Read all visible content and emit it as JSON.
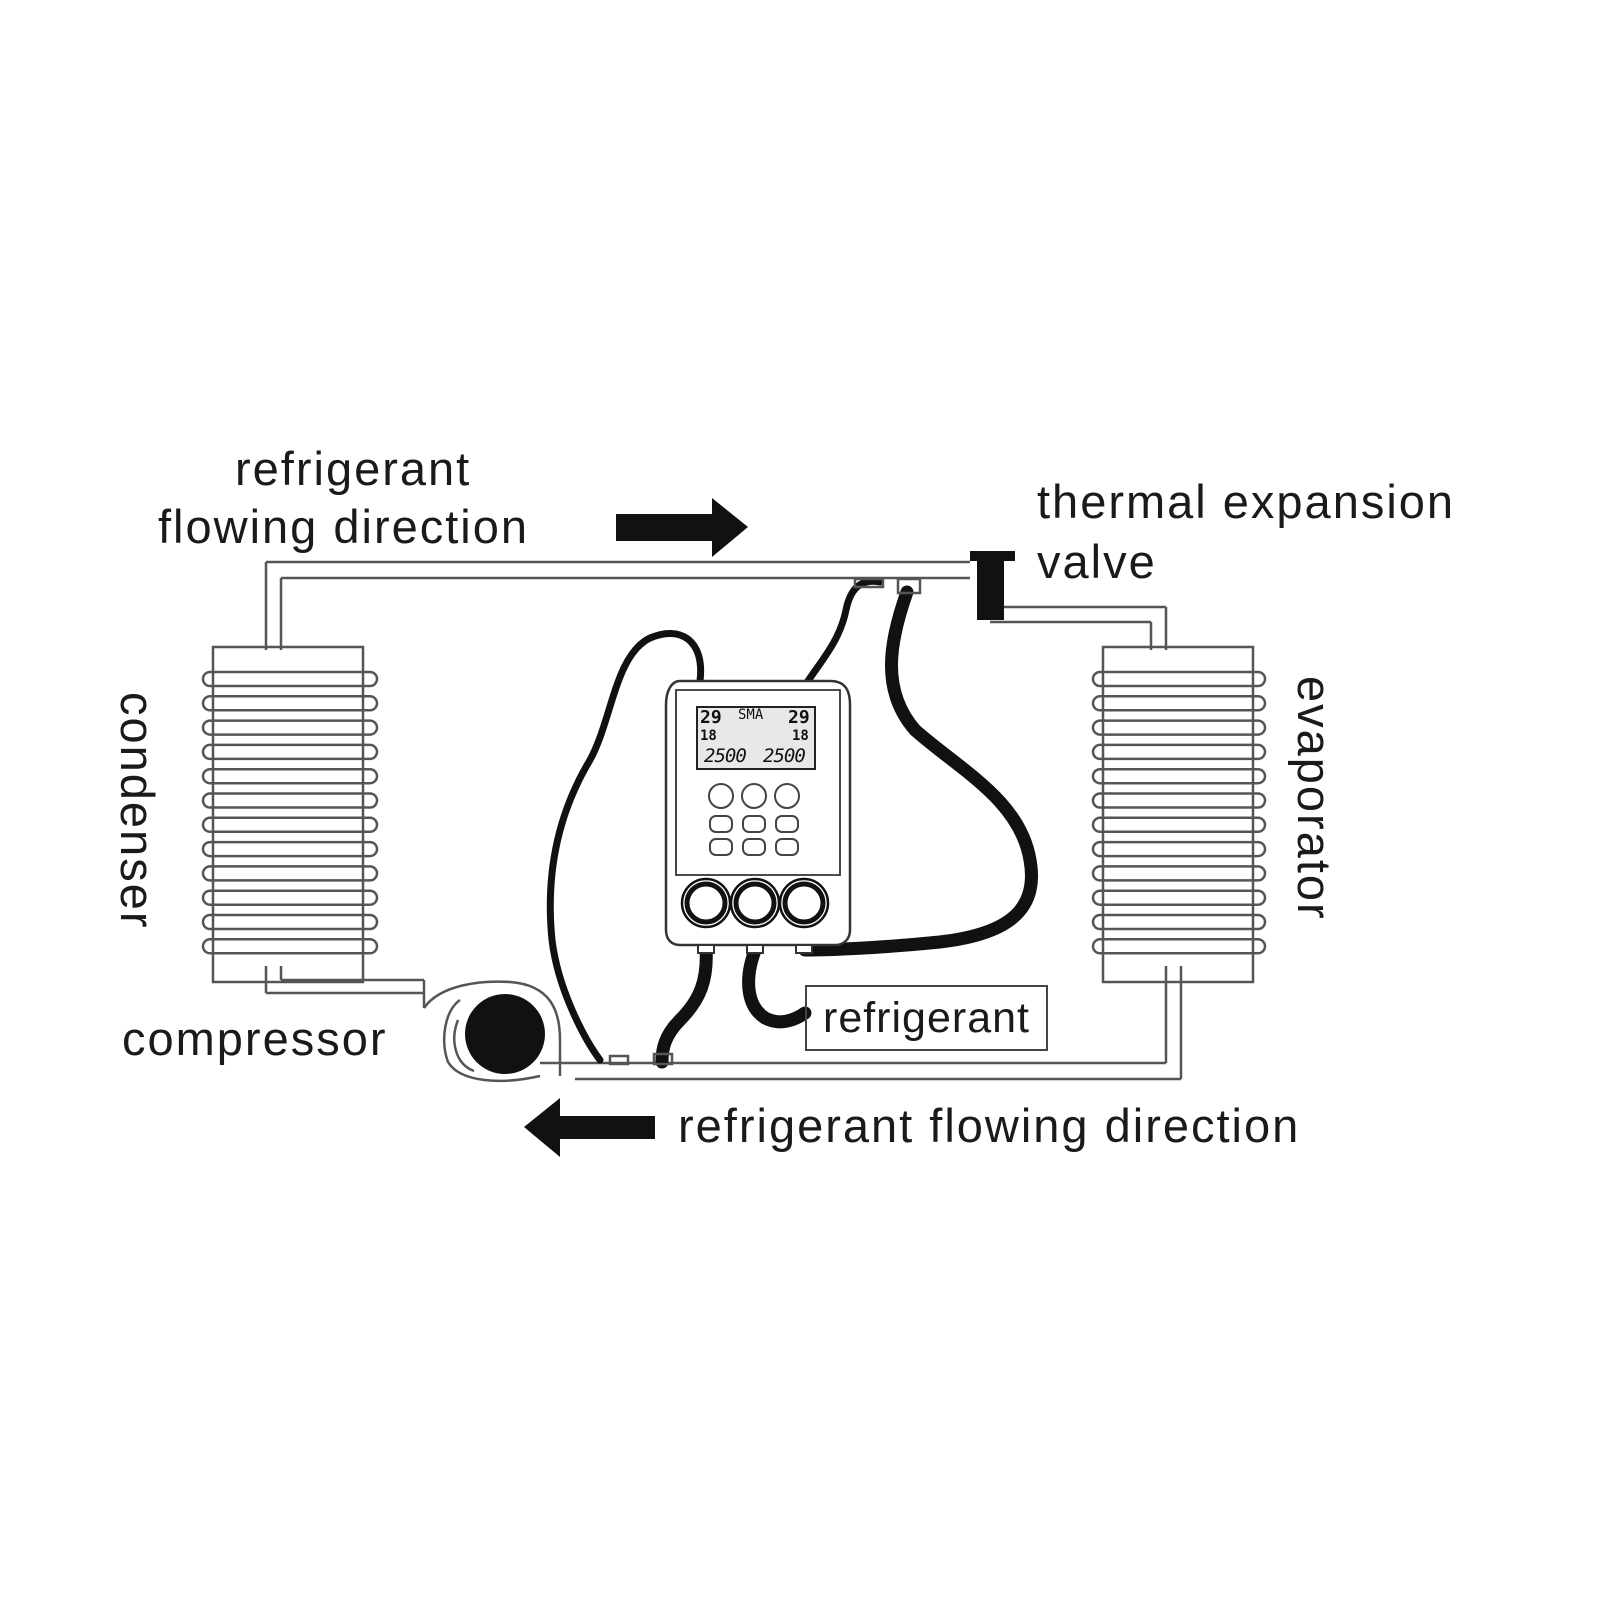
{
  "labels": {
    "flow_top_line1": "refrigerant",
    "flow_top_line2": "flowing direction",
    "valve_line1": "thermal expansion",
    "valve_line2": "valve",
    "condenser": "condenser",
    "evaporator": "evaporator",
    "compressor": "compressor",
    "refrigerant_box": "refrigerant",
    "flow_bottom": "refrigerant flowing direction"
  },
  "gauge_display": {
    "left_top": "29",
    "mode": "SMA",
    "right_top": "29",
    "left_mid": "18",
    "right_mid": "18",
    "left_reading": "2500",
    "right_reading": "2500"
  },
  "colors": {
    "line": "#1a1a1a",
    "pipe": "#555555",
    "background": "#ffffff"
  }
}
